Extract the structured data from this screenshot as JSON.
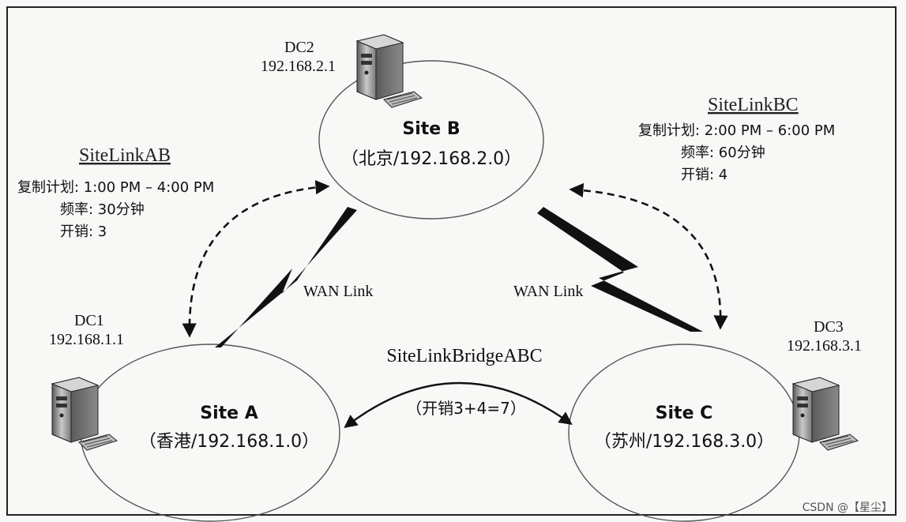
{
  "dc2": {
    "name": "DC2",
    "ip": "192.168.2.1"
  },
  "dc1": {
    "name": "DC1",
    "ip": "192.168.1.1"
  },
  "dc3": {
    "name": "DC3",
    "ip": "192.168.3.1"
  },
  "site_b": {
    "name": "Site B",
    "subnet": "（北京/192.168.2.0）"
  },
  "site_a": {
    "name": "Site A",
    "subnet": "（香港/192.168.1.0）"
  },
  "site_c": {
    "name": "Site C",
    "subnet": "（苏州/192.168.3.0）"
  },
  "link_ab": {
    "title": "SiteLinkAB",
    "schedule": "复制计划: 1:00 PM – 4:00 PM",
    "frequency": "频率: 30分钟",
    "cost": "开销: 3"
  },
  "link_bc": {
    "title": "SiteLinkBC",
    "schedule": "复制计划: 2:00 PM – 6:00 PM",
    "frequency": "频率: 60分钟",
    "cost": "开销: 4"
  },
  "wan_left": "WAN Link",
  "wan_right": "WAN Link",
  "bridge": {
    "title": "SiteLinkBridgeABC",
    "cost": "（开销3+4=7）"
  },
  "watermark": "CSDN @【星尘】",
  "colors": {
    "line": "#111111",
    "ellipse_stroke": "#555555",
    "link_title": "#222222"
  }
}
